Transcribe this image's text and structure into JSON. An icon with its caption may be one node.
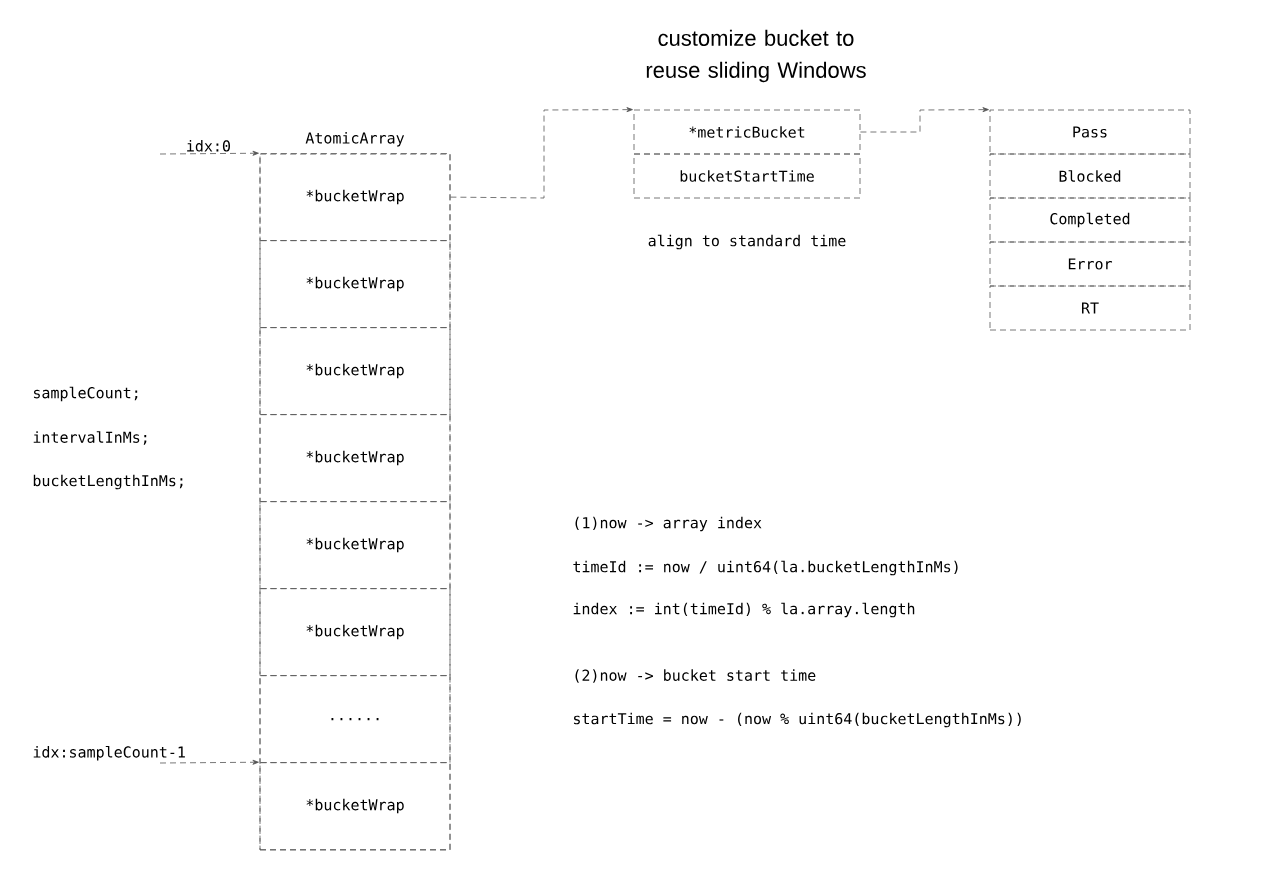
{
  "diagram": {
    "title": "customize bucket to reuse sliding Windows",
    "nodes": [
      {
        "text": [
          "idx:0"
        ]
      },
      {
        "text": [
          "AtomicArray"
        ]
      },
      {
        "text": [
          "*bucketWrap"
        ],
        "in": 1
      },
      {
        "text": [
          "*bucketWrap"
        ],
        "in": 1
      },
      {
        "text": [
          "*bucketWrap"
        ],
        "in": 1
      },
      {
        "text": [
          "*bucketWrap"
        ],
        "in": 1
      },
      {
        "text": [
          "*bucketWrap"
        ],
        "in": 1
      },
      {
        "text": [
          "*bucketWrap"
        ],
        "in": 1
      },
      {
        "text": [
          "......"
        ],
        "in": 1
      },
      {
        "text": [
          "*bucketWrap"
        ],
        "in": 1
      },
      {
        "text": [
          "idx:sampleCount-1"
        ]
      },
      {
        "text": [
          "*metricBucket"
        ]
      },
      {
        "text": [
          "bucketStartTime"
        ]
      },
      {
        "text": [
          "Pass"
        ]
      },
      {
        "text": [
          "Blocked"
        ]
      },
      {
        "text": [
          "Completed"
        ]
      },
      {
        "text": [
          "Error"
        ]
      },
      {
        "text": [
          "RT"
        ]
      }
    ],
    "edges": [
      {
        "from": 0,
        "to": 2,
        "arrow": "to"
      },
      {
        "from": 10,
        "to": 9,
        "arrow": "to"
      },
      {
        "from": 2,
        "to": 11,
        "arrow": "to"
      },
      {
        "from": 11,
        "to": 13,
        "arrow": "to"
      }
    ],
    "labels": [
      "align to standard time",
      "sampleCount;",
      "intervalInMs;",
      "bucketLengthInMs;",
      "(1)now -> array index",
      "timeId := now / uint64(la.bucketLengthInMs)",
      "index := int(timeId) % la.array.length",
      "(2)now -> bucket start time",
      "startTime = now - (now % uint64(bucketLengthInMs))"
    ]
  }
}
